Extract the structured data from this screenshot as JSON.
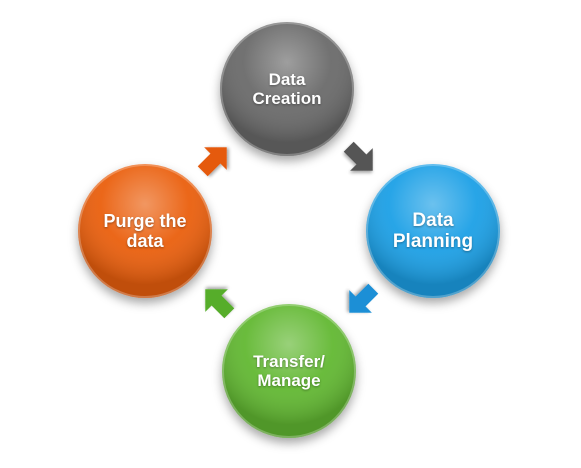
{
  "diagram": {
    "nodes": [
      {
        "id": "data-creation",
        "lines": [
          "Data",
          "Creation"
        ],
        "color": "#6b6b6b"
      },
      {
        "id": "data-planning",
        "lines": [
          "Data",
          "Planning"
        ],
        "color": "#1ea0e6"
      },
      {
        "id": "transfer-manage",
        "lines": [
          "Transfer/",
          "Manage"
        ],
        "color": "#62b833"
      },
      {
        "id": "purge-the-data",
        "lines": [
          "Purge the",
          "data"
        ],
        "color": "#ea5f0f"
      }
    ],
    "arrows": [
      {
        "from": "data-creation",
        "to": "data-planning",
        "color": "#555555"
      },
      {
        "from": "data-planning",
        "to": "transfer-manage",
        "color": "#1b8fd6"
      },
      {
        "from": "transfer-manage",
        "to": "purge-the-data",
        "color": "#56ad2c"
      },
      {
        "from": "purge-the-data",
        "to": "data-creation",
        "color": "#e55a10"
      }
    ]
  }
}
